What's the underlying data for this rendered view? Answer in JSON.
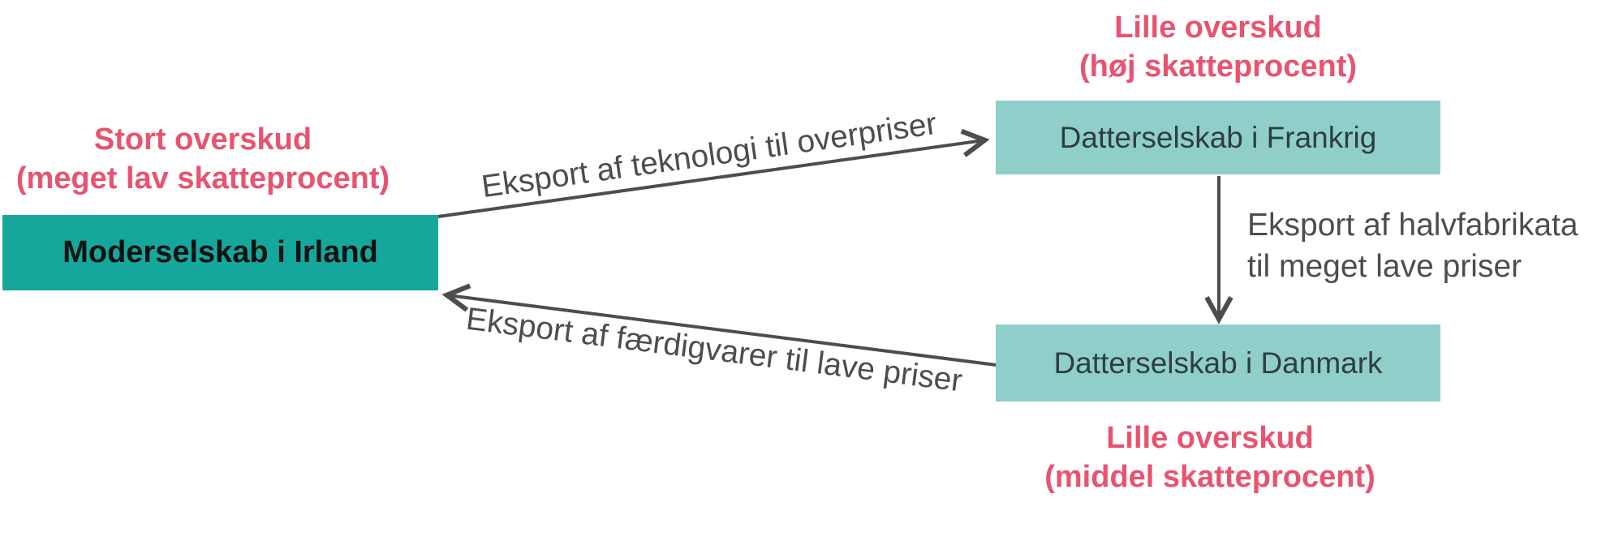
{
  "diagram": {
    "nodes": {
      "parent_ireland": {
        "label": "Moderselskab i Irland"
      },
      "subsidiary_france": {
        "label": "Datterselskab i Frankrig"
      },
      "subsidiary_denmark": {
        "label": "Datterselskab i Danmark"
      }
    },
    "annotations": {
      "ireland": {
        "line1": "Stort overskud",
        "line2": "(meget lav skatteprocent)"
      },
      "france": {
        "line1": "Lille overskud",
        "line2": "(høj skatteprocent)"
      },
      "denmark": {
        "line1": "Lille overskud",
        "line2": "(middel skatteprocent)"
      }
    },
    "edges": {
      "ireland_to_france": {
        "label": "Eksport af teknologi til overpriser"
      },
      "france_to_denmark": {
        "line1": "Eksport af halvfabrikata",
        "line2": "til meget lave priser"
      },
      "denmark_to_ireland": {
        "label": "Eksport af færdigvarer til lave priser"
      }
    },
    "colors": {
      "parent_box": "#16a79c",
      "subsidiary_box": "#90cfc9",
      "annotation": "#e8536f",
      "arrow": "#4d4d4d",
      "parent_text": "#121212",
      "subsidiary_text": "#2e3e40"
    }
  }
}
